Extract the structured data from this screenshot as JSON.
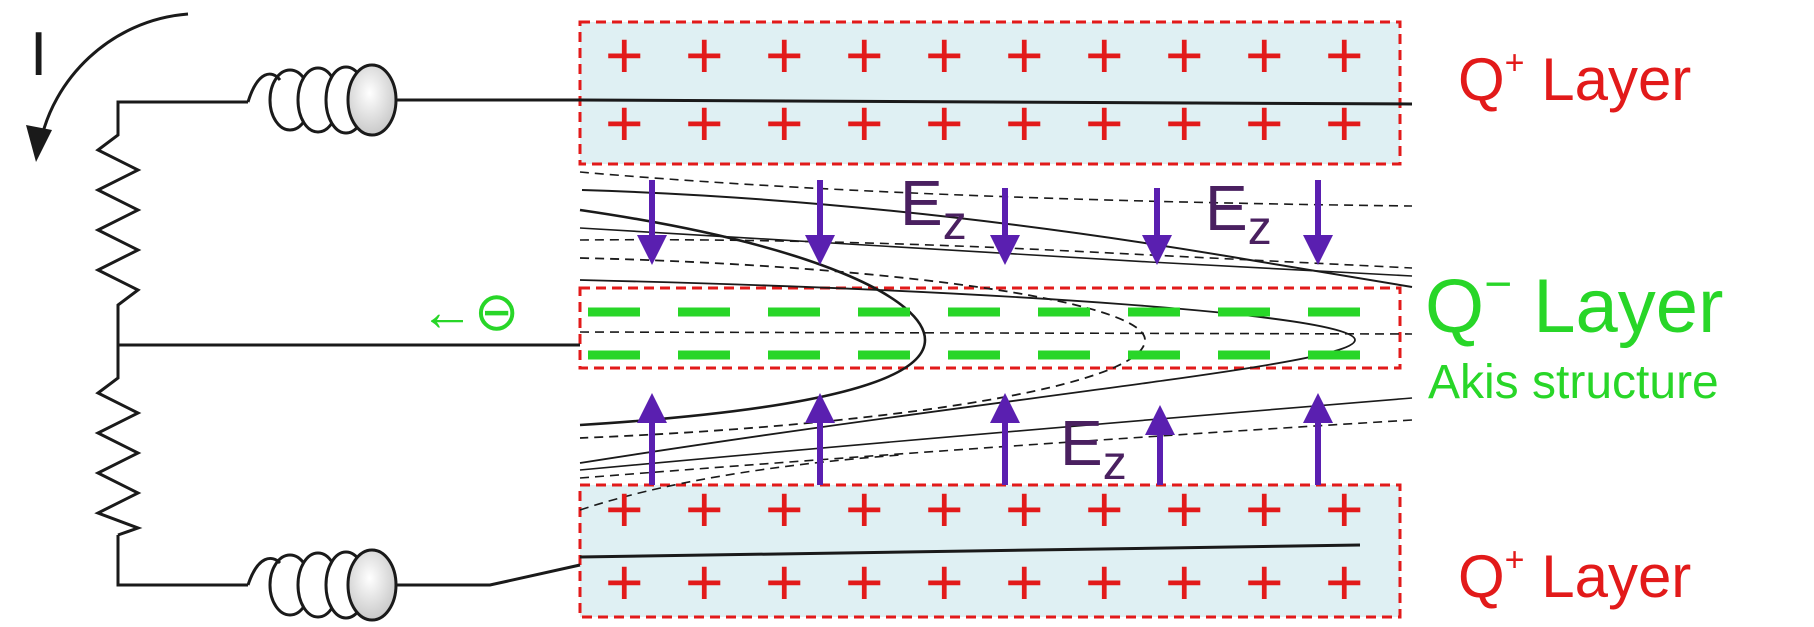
{
  "labels": {
    "current": "I",
    "top_layer": {
      "main": "Q",
      "sup": "+",
      "suffix": " Layer"
    },
    "middle_layer": {
      "main": "Q",
      "sup": "−",
      "suffix": "  Layer"
    },
    "bottom_layer": {
      "main": "Q",
      "sup": "+",
      "suffix": " Layer"
    },
    "structure": "Akis structure",
    "electron": "←⊖",
    "field": {
      "main": "E",
      "sub": "z"
    }
  },
  "symbols": {
    "positive_charge": "+"
  },
  "colors": {
    "positive": "#e21a1a",
    "negative": "#28d628",
    "field_arrow": "#5a1fb0",
    "field_label": "#4a2060",
    "layer_fill": "#dff0f3",
    "wire": "#1a1a1a"
  }
}
